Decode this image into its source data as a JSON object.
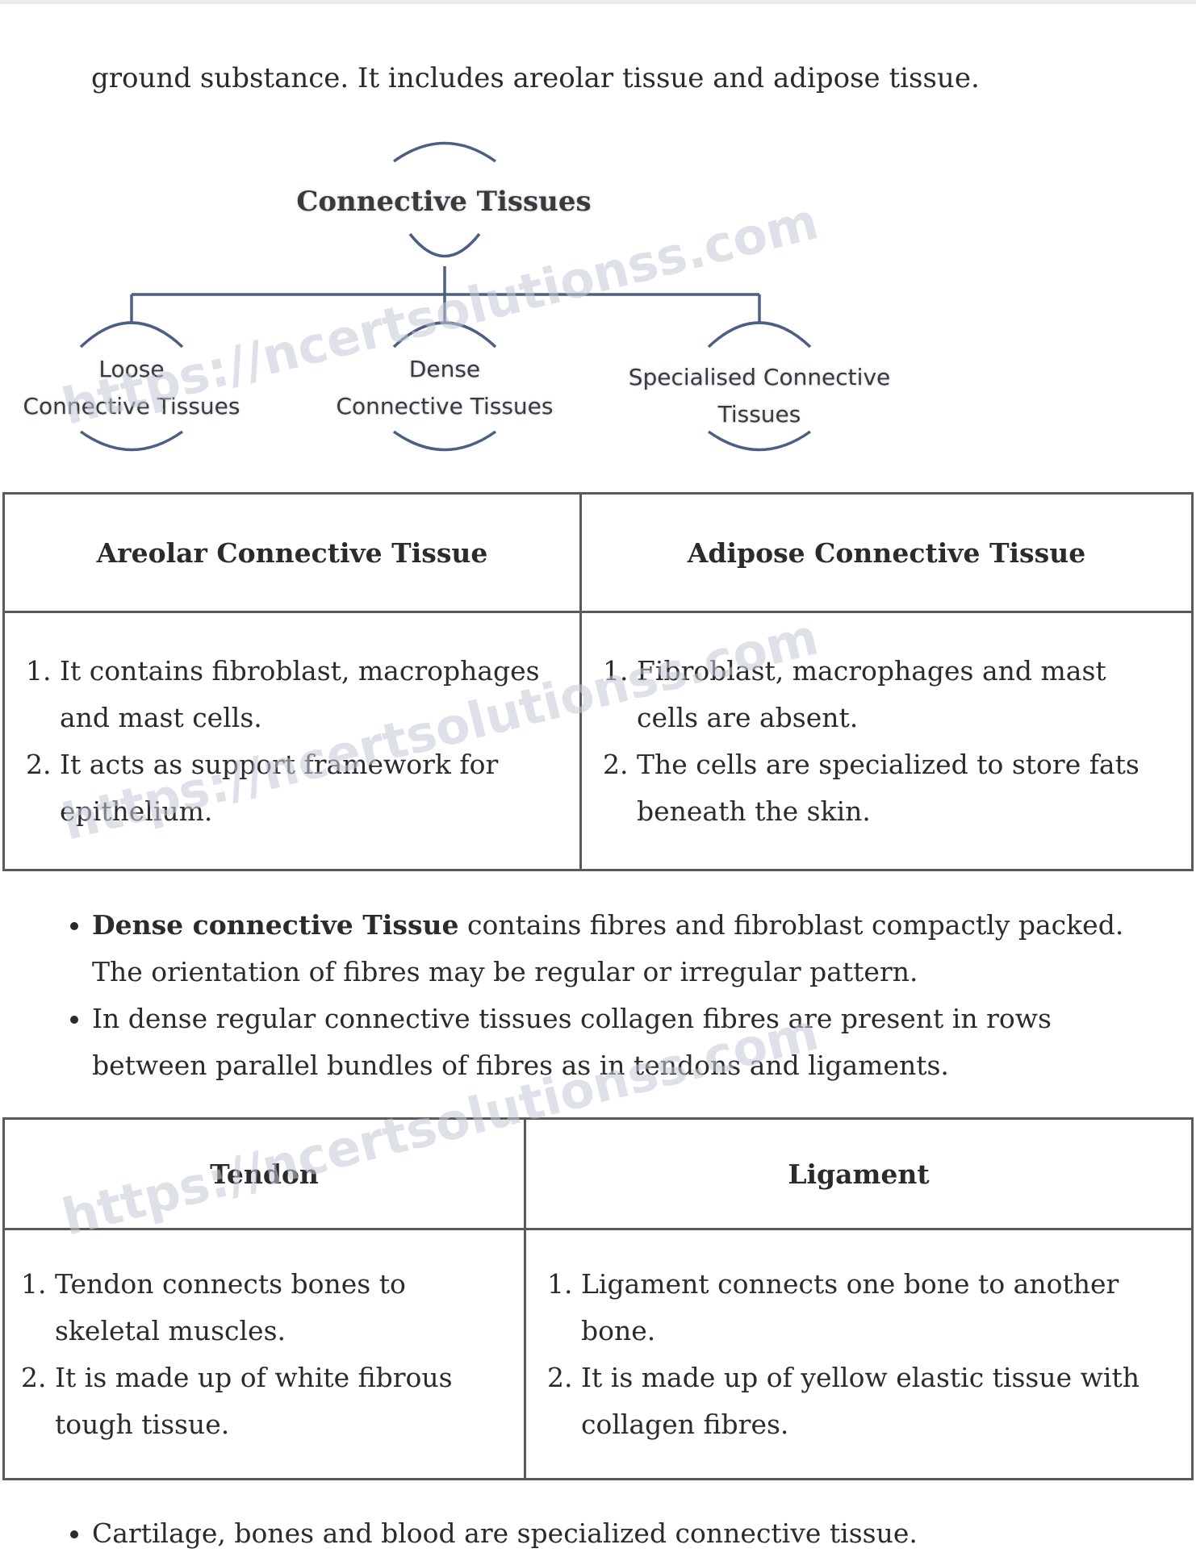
{
  "intro_text": "ground substance. It includes areolar tissue and adipose tissue.",
  "diagram": {
    "root": "Connective Tissues",
    "children": [
      {
        "line1": "Loose",
        "line2": "Connective Tissues"
      },
      {
        "line1": "Dense",
        "line2": "Connective Tissues"
      },
      {
        "line1": "Specialised Connective",
        "line2": "Tissues"
      }
    ]
  },
  "table1": {
    "headers": [
      "Areolar Connective Tissue",
      "Adipose Connective Tissue"
    ],
    "col1": [
      "It contains fibroblast, macrophages and mast cells.",
      "It acts as support framework for epithelium."
    ],
    "col2": [
      "Fibroblast, macrophages and mast cells are absent.",
      "The cells are specialized to store fats beneath the skin."
    ]
  },
  "bullets1": [
    {
      "bold": "Dense connective Tissue",
      "text": " contains fibres and fibroblast compactly packed. The orientation of fibres may be regular or irregular pattern."
    },
    {
      "bold": "",
      "text": "In dense regular connective tissues collagen fibres are present in rows between parallel bundles of fibres as in tendons and ligaments."
    }
  ],
  "table2": {
    "headers": [
      "Tendon",
      "Ligament"
    ],
    "col1": [
      "Tendon connects bones to skeletal muscles.",
      "It is made up of white fibrous tough tissue."
    ],
    "col2": [
      "Ligament connects one bone to another bone.",
      "It is made up of yellow elastic tissue with collagen fibres."
    ]
  },
  "bullets2": [
    "Cartilage, bones and blood are specialized connective tissue."
  ],
  "watermark": "https://ncertsolutionss.com"
}
